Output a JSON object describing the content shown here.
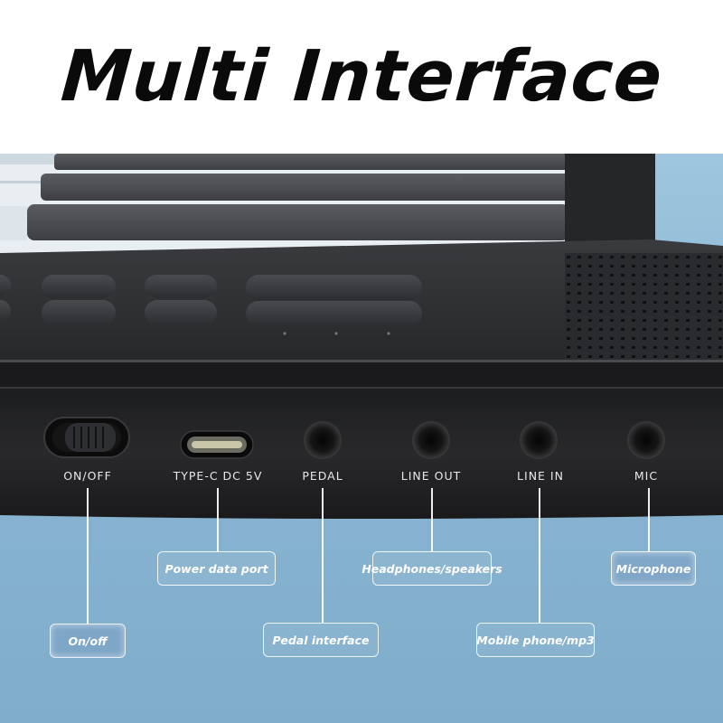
{
  "title": "Multi Interface",
  "ports": [
    {
      "id": "onoff",
      "label": "ON/OFF"
    },
    {
      "id": "typec",
      "label": "TYPE-C DC 5V"
    },
    {
      "id": "pedal",
      "label": "PEDAL"
    },
    {
      "id": "lineout",
      "label": "LINE OUT"
    },
    {
      "id": "linein",
      "label": "LINE IN"
    },
    {
      "id": "mic",
      "label": "MIC"
    }
  ],
  "callouts": {
    "onoff": "On/off",
    "power": "Power data port",
    "pedal": "Pedal interface",
    "headphones": "Headphones/speakers",
    "mobile": "Mobile phone/mp3",
    "microphone": "Microphone"
  },
  "colors": {
    "background_top": "#9ec6de",
    "device_body": "#232325",
    "callout_text": "#ffffff"
  }
}
